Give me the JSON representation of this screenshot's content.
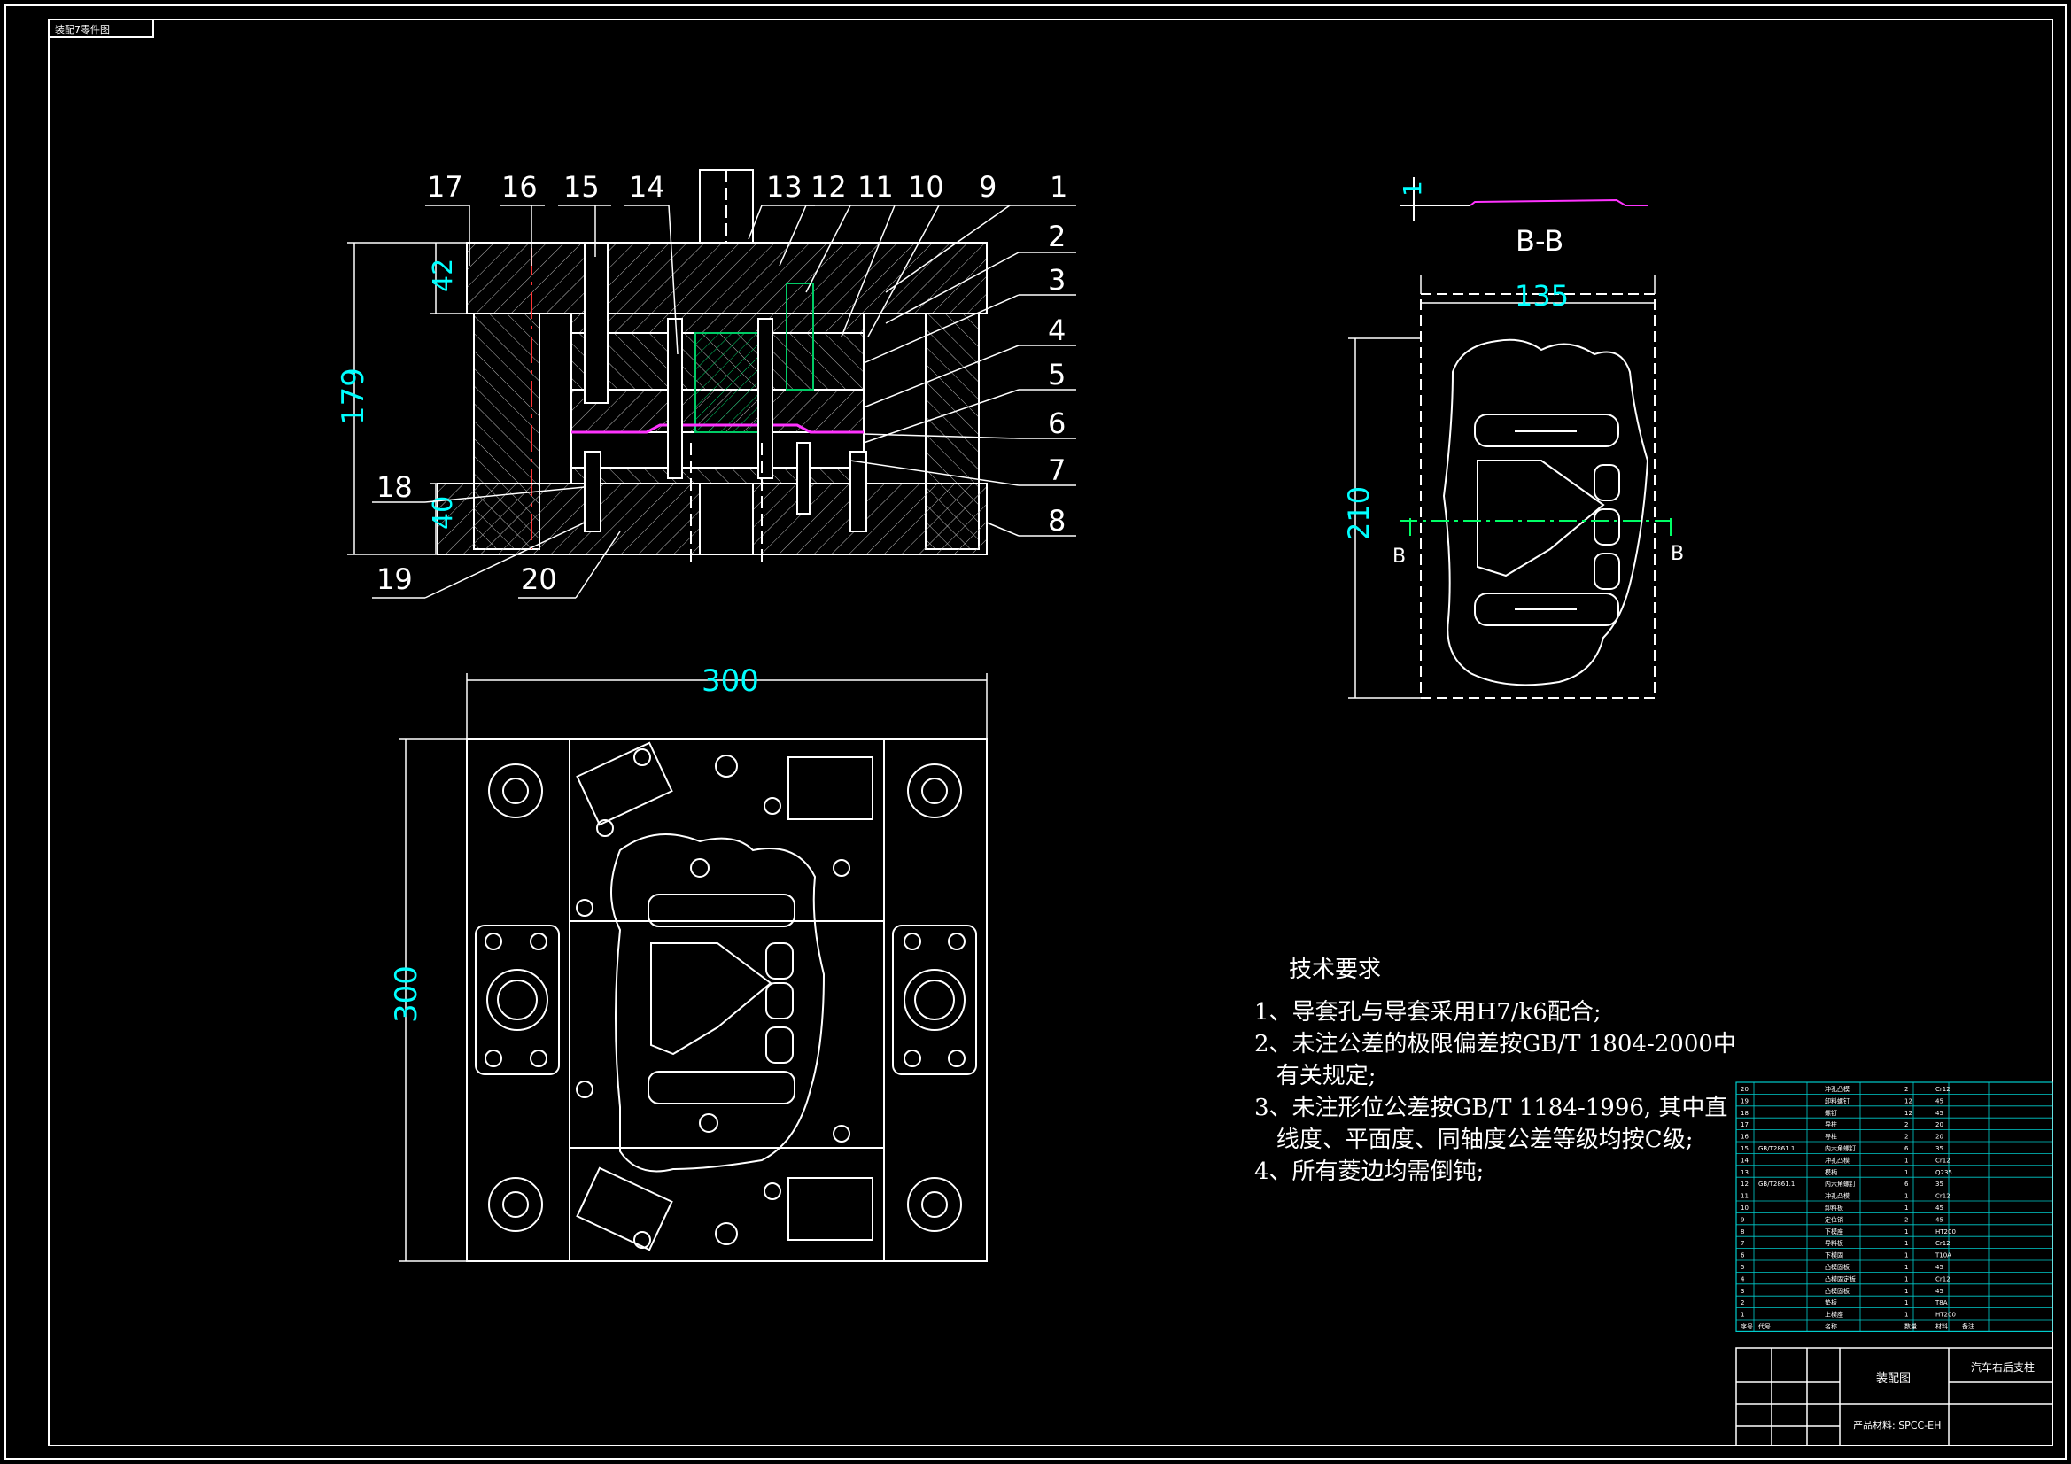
{
  "header": {
    "tag": "装配7零件图"
  },
  "section_view": {
    "part_numbers_top": [
      "17",
      "16",
      "15",
      "14",
      "13",
      "12",
      "11",
      "10",
      "9",
      "1"
    ],
    "part_numbers_right": [
      "2",
      "3",
      "4",
      "5",
      "6",
      "7",
      "8"
    ],
    "part_numbers_left": [
      "18"
    ],
    "part_numbers_bottom": [
      "19",
      "20"
    ],
    "dims": {
      "overall_height": "179",
      "top_plate": "42",
      "bottom_plate": "40"
    }
  },
  "plan_view": {
    "dims": {
      "width": "300",
      "height": "300"
    }
  },
  "part_view": {
    "section_label": "B-B",
    "thickness": "1",
    "dims": {
      "width": "135",
      "height": "210"
    },
    "cut_label_left": "B",
    "cut_label_right": "B"
  },
  "tech_req": {
    "title": "技术要求",
    "lines": [
      "1、导套孔与导套采用H7/k6配合;",
      "2、未注公差的极限偏差按GB/T 1804-2000中",
      "   有关规定;",
      "3、未注形位公差按GB/T 1184-1996, 其中直",
      "   线度、平面度、同轴度公差等级均按C级;",
      "4、所有菱边均需倒钝;"
    ]
  },
  "bom": {
    "rows": [
      [
        "20",
        "",
        "冲孔凸模",
        "2",
        "Cr12",
        ""
      ],
      [
        "19",
        "",
        "卸料螺钉",
        "12",
        "45",
        ""
      ],
      [
        "18",
        "",
        "螺钉",
        "12",
        "45",
        ""
      ],
      [
        "17",
        "",
        "导柱",
        "2",
        "20",
        ""
      ],
      [
        "16",
        "",
        "导柱",
        "2",
        "20",
        ""
      ],
      [
        "15",
        "GB/T2861.1",
        "内六角螺钉",
        "6",
        "35",
        ""
      ],
      [
        "14",
        "",
        "冲孔凸模",
        "1",
        "Cr12",
        ""
      ],
      [
        "13",
        "",
        "模柄",
        "1",
        "Q235",
        ""
      ],
      [
        "12",
        "GB/T2861.1",
        "内六角螺钉",
        "6",
        "35",
        ""
      ],
      [
        "11",
        "",
        "冲孔凸模",
        "1",
        "Cr12",
        ""
      ],
      [
        "10",
        "",
        "卸料板",
        "1",
        "45",
        ""
      ],
      [
        "9",
        "",
        "定位销",
        "2",
        "45",
        ""
      ],
      [
        "8",
        "",
        "下模座",
        "1",
        "HT200",
        ""
      ],
      [
        "7",
        "",
        "导料板",
        "1",
        "Cr12",
        ""
      ],
      [
        "6",
        "",
        "下模固",
        "1",
        "T10A",
        ""
      ],
      [
        "5",
        "",
        "凸模固板",
        "1",
        "45",
        ""
      ],
      [
        "4",
        "",
        "凸模固定板",
        "1",
        "Cr12",
        ""
      ],
      [
        "3",
        "",
        "凸模固板",
        "1",
        "45",
        ""
      ],
      [
        "2",
        "",
        "垫板",
        "1",
        "T8A",
        ""
      ],
      [
        "1",
        "",
        "上模座",
        "1",
        "HT200",
        ""
      ]
    ],
    "header": [
      "序号",
      "代号",
      "名称",
      "数量",
      "材料",
      "备注"
    ]
  },
  "title_block": {
    "drawing_name": "装配图",
    "product_name": "汽车右后支柱",
    "material_label": "产品材料: SPCC-EH"
  }
}
